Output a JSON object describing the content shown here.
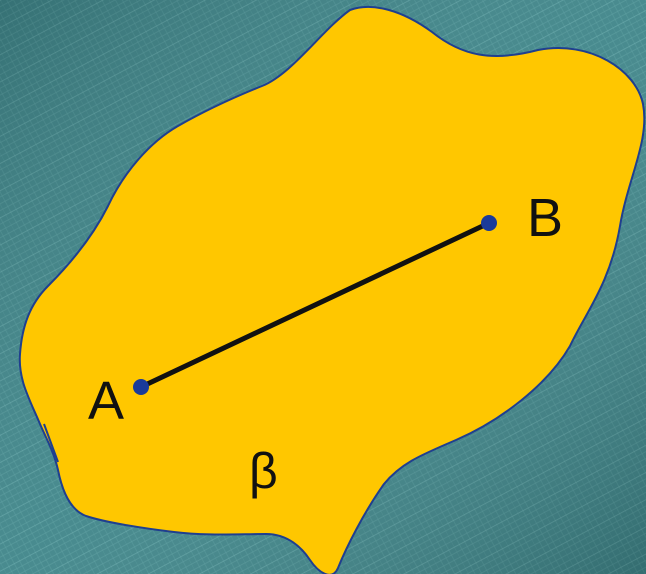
{
  "labels": {
    "point_a": "A",
    "point_b": "B",
    "plane": "β"
  },
  "colors": {
    "background": "#3f8589",
    "plane_fill": "#ffc700",
    "plane_stroke": "#1f3f8f",
    "segment": "#111111",
    "point": "#1a3b9a"
  }
}
